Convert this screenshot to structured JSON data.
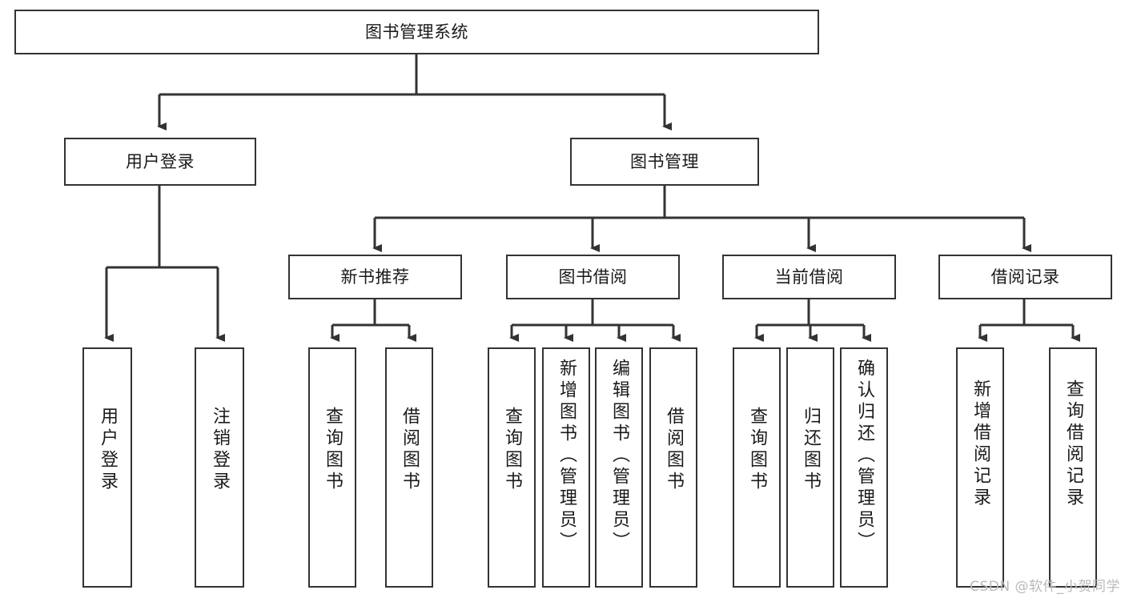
{
  "diagram": {
    "title": "图书管理系统",
    "type": "tree-hierarchy-diagram",
    "watermark": "CSDN @软件_小贺同学",
    "colors": {
      "box_stroke": "#333333",
      "box_fill": "#ffffff",
      "edge": "#333333",
      "text": "#1a1a1a",
      "watermark": "#b9b9b9",
      "background": "#ffffff"
    },
    "root": {
      "label": "图书管理系统"
    },
    "level2": [
      {
        "id": "user-login",
        "label": "用户登录"
      },
      {
        "id": "book-management",
        "label": "图书管理"
      }
    ],
    "level3": [
      {
        "id": "new-book-recommend",
        "label": "新书推荐"
      },
      {
        "id": "book-borrow",
        "label": "图书借阅"
      },
      {
        "id": "current-borrow",
        "label": "当前借阅"
      },
      {
        "id": "borrow-record",
        "label": "借阅记录"
      }
    ],
    "leaves": {
      "user_login": [
        {
          "id": "leaf-user-login",
          "label": "用户登录"
        },
        {
          "id": "leaf-logout-login",
          "label": "注销登录"
        }
      ],
      "new_book_recommend": [
        {
          "id": "leaf-query-book-1",
          "label": "查询图书"
        },
        {
          "id": "leaf-borrow-book-1",
          "label": "借阅图书"
        }
      ],
      "book_borrow": [
        {
          "id": "leaf-query-book-2",
          "label": "查询图书"
        },
        {
          "id": "leaf-add-book-admin",
          "label": "新增图书（管理员）"
        },
        {
          "id": "leaf-edit-book-admin",
          "label": "编辑图书（管理员）"
        },
        {
          "id": "leaf-borrow-book-2",
          "label": "借阅图书"
        }
      ],
      "current_borrow": [
        {
          "id": "leaf-query-book-3",
          "label": "查询图书"
        },
        {
          "id": "leaf-return-book",
          "label": "归还图书"
        },
        {
          "id": "leaf-confirm-return-admin",
          "label": "确认归还（管理员）"
        }
      ],
      "borrow_record": [
        {
          "id": "leaf-add-borrow-record",
          "label": "新增借阅记录"
        },
        {
          "id": "leaf-query-borrow-record",
          "label": "查询借阅记录"
        }
      ]
    }
  }
}
